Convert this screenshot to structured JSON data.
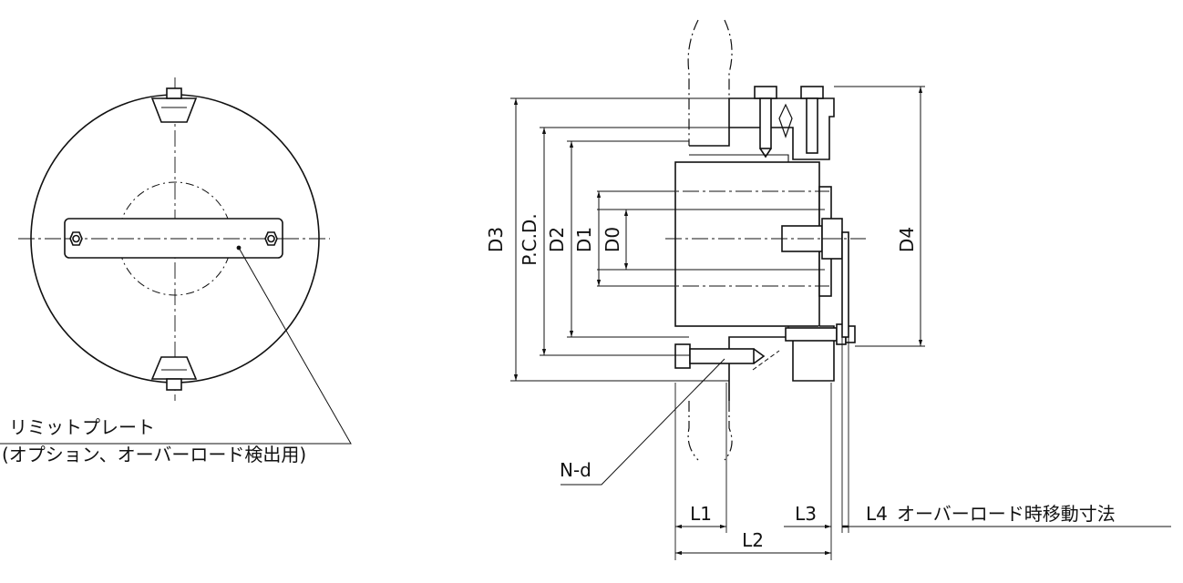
{
  "front_view": {
    "limit_plate_label": "リミットプレート",
    "limit_plate_note": "(オプション、オーバーロード検出用)"
  },
  "side_view": {
    "dimensions": {
      "d3": "D3",
      "pcd": "P.C.D.",
      "d2": "D2",
      "d1": "D1",
      "d0": "D0",
      "d4": "D4",
      "l1": "L1",
      "l2": "L2",
      "l3": "L3",
      "l4": "L4",
      "l4_desc": "オーバーロード時移動寸法",
      "nd": "N-d"
    }
  }
}
